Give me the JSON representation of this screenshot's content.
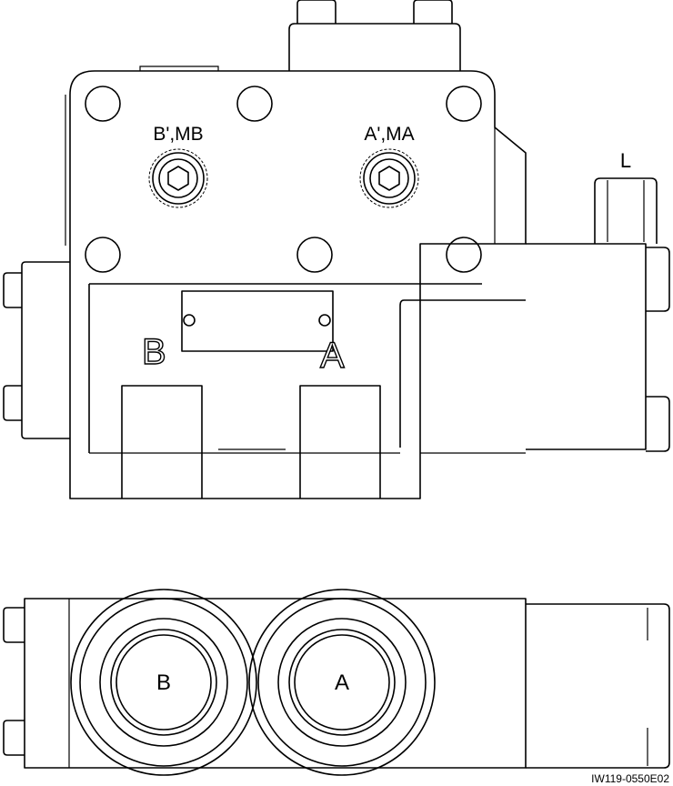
{
  "labels": {
    "port_b_prime": "B',MB",
    "port_a_prime": "A',MA",
    "port_l": "L",
    "port_b_side": "B",
    "port_a_side": "A",
    "port_b_bottom": "B",
    "port_a_bottom": "A",
    "drawing_code": "IW119-0550E02"
  },
  "colors": {
    "line": "#000000",
    "background": "#ffffff"
  }
}
